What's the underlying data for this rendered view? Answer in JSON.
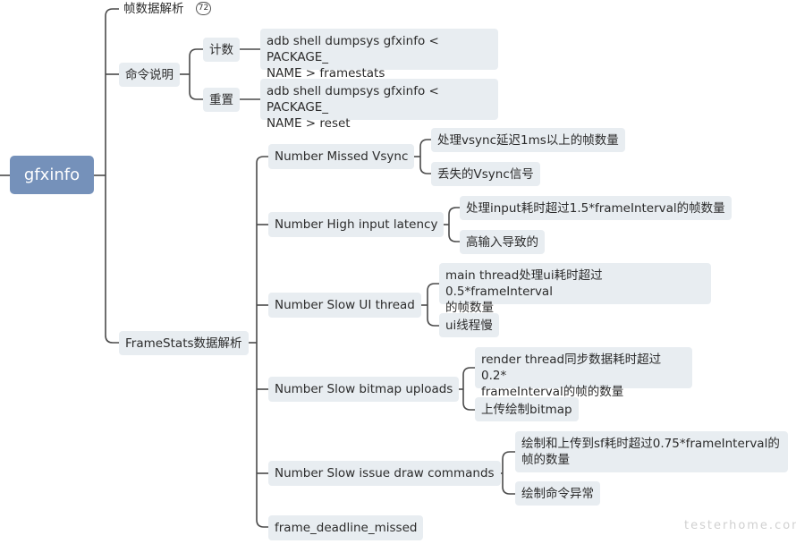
{
  "root": {
    "label": "gfxinfo"
  },
  "frame_data_parse": {
    "label": "帧数据解析",
    "badge": "72"
  },
  "command_desc": {
    "label": "命令说明",
    "count": {
      "label": "计数",
      "cmd_line1": "adb shell dumpsys gfxinfo < PACKAGE_",
      "cmd_line2": "NAME > framestats"
    },
    "reset": {
      "label": "重置",
      "cmd_line1": "adb shell dumpsys gfxinfo < PACKAGE_",
      "cmd_line2": "NAME > reset"
    }
  },
  "framestats": {
    "label": "FrameStats数据解析",
    "missed_vsync": {
      "label": "Number Missed Vsync",
      "desc": "处理vsync延迟1ms以上的帧数量",
      "cause": "丢失的Vsync信号"
    },
    "high_input": {
      "label": "Number High input latency",
      "desc": "处理input耗时超过1.5*frameInterval的帧数量",
      "cause": "高输入导致的"
    },
    "slow_ui": {
      "label": "Number Slow UI thread",
      "desc_line1": "main thread处理ui耗时超过0.5*frameInterval",
      "desc_line2": "的帧数量",
      "cause": "ui线程慢"
    },
    "slow_bitmap": {
      "label": "Number Slow bitmap uploads",
      "desc_line1": "render thread同步数据耗时超过0.2*",
      "desc_line2": "frameInterval的帧的数量",
      "cause": "上传绘制bitmap"
    },
    "slow_issue": {
      "label": "Number Slow issue draw commands",
      "desc_line1": "绘制和上传到sf耗时超过0.75*frameInterval的",
      "desc_line2": "帧的数量",
      "cause": "绘制命令异常"
    },
    "deadline": {
      "label": "frame_deadline_missed"
    }
  },
  "watermark": "testerhome.com",
  "colors": {
    "root_bg": "#7591ba",
    "node_bg": "#e8edf1",
    "line": "#4a4a4a"
  }
}
